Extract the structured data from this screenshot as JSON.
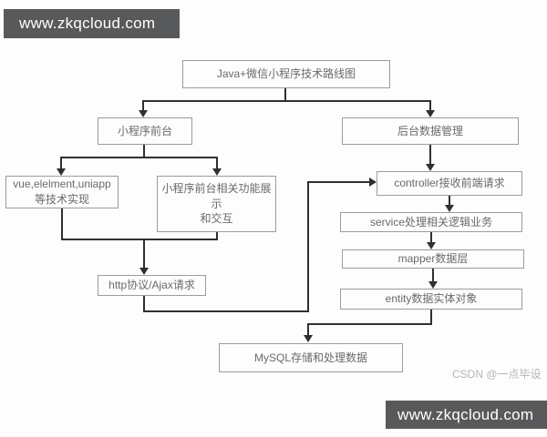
{
  "banners": {
    "top": {
      "text": "www.zkqcloud.com"
    },
    "bottom": {
      "text": "www.zkqcloud.com"
    }
  },
  "watermark": {
    "text": "CSDN @一点毕设"
  },
  "diagram": {
    "nodes": {
      "root": {
        "label": "Java+微信小程序技术路线图"
      },
      "frontend": {
        "label": "小程序前台"
      },
      "backend": {
        "label": "后台数据管理"
      },
      "vue_tech": {
        "label": "vue,elelment,uniapp\n等技术实现"
      },
      "features": {
        "label": "小程序前台相关功能展示\n和交互"
      },
      "http": {
        "label": "http协议/Ajax请求"
      },
      "controller": {
        "label": "controller接收前端请求"
      },
      "service": {
        "label": "service处理相关逻辑业务"
      },
      "mapper": {
        "label": "mapper数据层"
      },
      "entity": {
        "label": "entity数据实体对象"
      },
      "mysql": {
        "label": "MySQL存储和处理数据"
      }
    },
    "edges": [
      {
        "from": "root",
        "to": "frontend"
      },
      {
        "from": "root",
        "to": "backend"
      },
      {
        "from": "frontend",
        "to": "vue_tech"
      },
      {
        "from": "frontend",
        "to": "features"
      },
      {
        "from": "vue_tech",
        "to": "http"
      },
      {
        "from": "features",
        "to": "http"
      },
      {
        "from": "http",
        "to": "controller"
      },
      {
        "from": "backend",
        "to": "controller"
      },
      {
        "from": "controller",
        "to": "service"
      },
      {
        "from": "service",
        "to": "mapper"
      },
      {
        "from": "mapper",
        "to": "entity"
      },
      {
        "from": "entity",
        "to": "mysql"
      }
    ]
  },
  "colors": {
    "background": "#fdfdfd",
    "box_border": "#9c9c9c",
    "box_text": "#6a6a6a",
    "connector": "#303030",
    "banner_bg": "#58595b",
    "banner_text": "#ffffff",
    "watermark_text": "#b5b5b8"
  }
}
